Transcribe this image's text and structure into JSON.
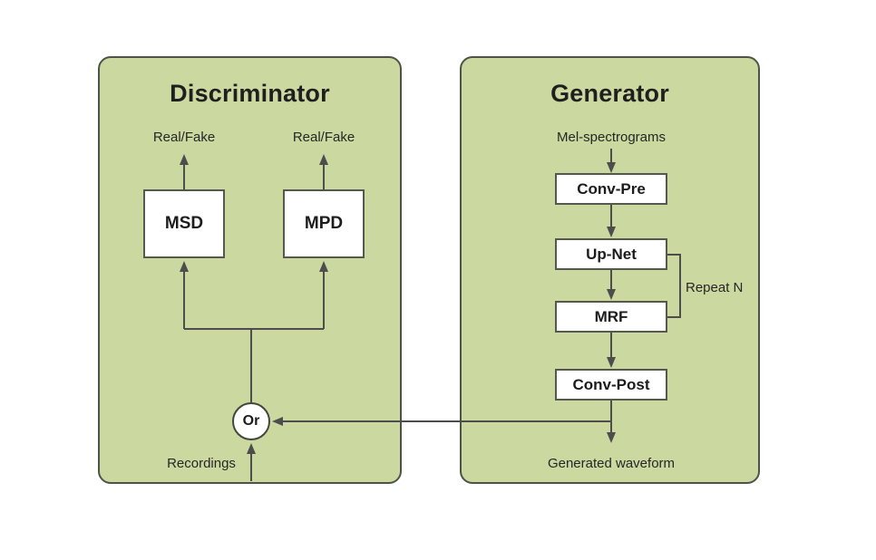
{
  "colors": {
    "background": "#ffffff",
    "panel_fill": "#cbd9a0",
    "panel_border": "#4f5347",
    "box_fill": "#ffffff",
    "box_border": "#55584c",
    "line": "#4d4d4d",
    "text": "#1f1f1f"
  },
  "discriminator": {
    "title": "Discriminator",
    "outputs": [
      "Real/Fake",
      "Real/Fake"
    ],
    "nodes": {
      "msd": "MSD",
      "mpd": "MPD",
      "or_gate": "Or"
    },
    "input_label": "Recordings"
  },
  "generator": {
    "title": "Generator",
    "input_label": "Mel-spectrograms",
    "nodes": {
      "conv_pre": "Conv-Pre",
      "up_net": "Up-Net",
      "mrf": "MRF",
      "conv_post": "Conv-Post"
    },
    "repeat_label": "Repeat N",
    "output_label": "Generated waveform"
  }
}
